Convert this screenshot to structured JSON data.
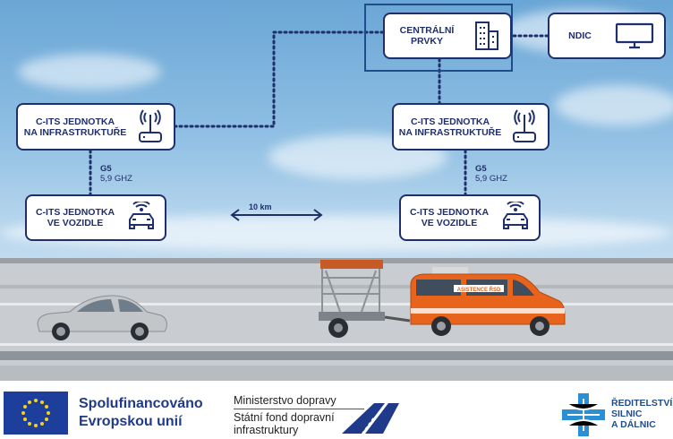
{
  "diagram": {
    "central": {
      "label_line1": "CENTRÁLNÍ",
      "label_line2": "PRVKY",
      "icon": "building-icon"
    },
    "ndic": {
      "label": "NDIC",
      "icon": "monitor-icon"
    },
    "infra_left": {
      "label_line1": "C-ITS JEDNOTKA",
      "label_line2": "NA INFRASTRUKTUŘE",
      "icon": "antenna-icon"
    },
    "infra_right": {
      "label_line1": "C-ITS JEDNOTKA",
      "label_line2": "NA INFRASTRUKTUŘE",
      "icon": "antenna-icon"
    },
    "vehicle_left": {
      "label_line1": "C-ITS JEDNOTKA",
      "label_line2": "VE VOZIDLE",
      "icon": "car-icon"
    },
    "vehicle_right": {
      "label_line1": "C-ITS JEDNOTKA",
      "label_line2": "VE VOZIDLE",
      "icon": "car-icon"
    },
    "link_left": {
      "tech": "G5",
      "freq": "5,9 GHZ"
    },
    "link_right": {
      "tech": "G5",
      "freq": "5,9 GHZ"
    },
    "distance": "10 km"
  },
  "scene": {
    "van_text": "ASISTENCE ŘSD"
  },
  "footer": {
    "eu_line1": "Spolufinancováno",
    "eu_line2": "Evropskou unií",
    "ministry": "Ministerstvo dopravy",
    "fund_line1": "Státní fond dopravní",
    "fund_line2": "infrastruktury",
    "rsd_line1": "ŘEDITELSTVÍ",
    "rsd_line2": "SILNIC",
    "rsd_line3": "A DÁLNIC"
  },
  "colors": {
    "navy": "#1f2f6b",
    "eu_blue": "#1d3e9a",
    "rsd_blue": "#2b8fd6",
    "van_orange": "#e8631c"
  }
}
